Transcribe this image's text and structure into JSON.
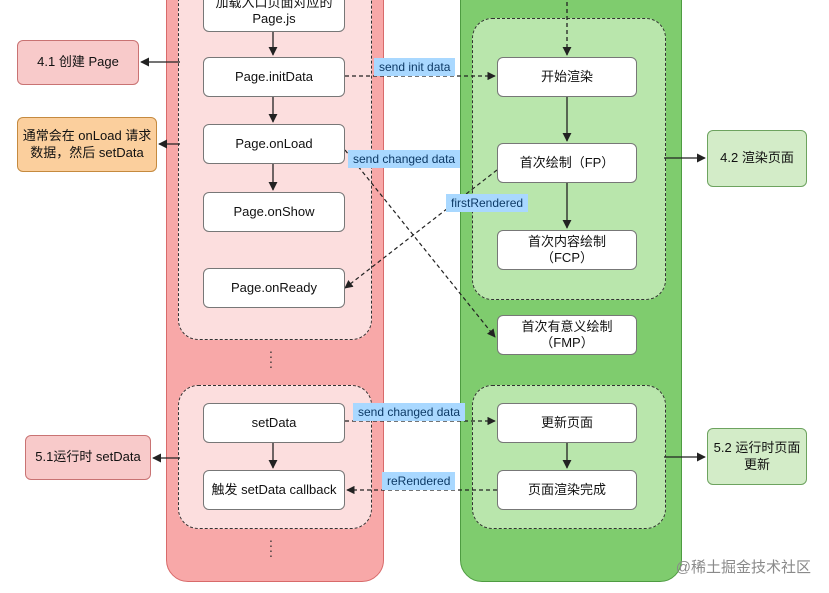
{
  "flow": {
    "load_page_js": "加载入口页面对应的 Page.js",
    "page_initdata": "Page.initData",
    "page_onload": "Page.onLoad",
    "page_onshow": "Page.onShow",
    "page_onready": "Page.onReady",
    "setdata": "setData",
    "setdata_callback": "触发 setData callback",
    "start_render": "开始渲染",
    "fp": "首次绘制（FP）",
    "fcp": "首次内容绘制（FCP）",
    "fmp": "首次有意义绘制（FMP）",
    "update_page": "更新页面",
    "render_done": "页面渲染完成"
  },
  "side": {
    "create_page": "4.1 创建 Page",
    "onload_note": "通常会在 onLoad 请求数据，然后 setData",
    "runtime_setdata": "5.1运行时 setData",
    "render_page": "4.2 渲染页面",
    "runtime_update": "5.2 运行时页面更新"
  },
  "edges": {
    "send_init_data": "send init data",
    "send_changed_data_1": "send changed data",
    "first_rendered": "firstRendered",
    "send_changed_data_2": "send changed data",
    "rerendered": "reRendered"
  },
  "watermark": "@稀土掘金技术社区",
  "colors": {
    "logic_lane": "#f8a8a8",
    "render_lane": "#7fcc6e",
    "label_bg": "#a9d8ff"
  }
}
